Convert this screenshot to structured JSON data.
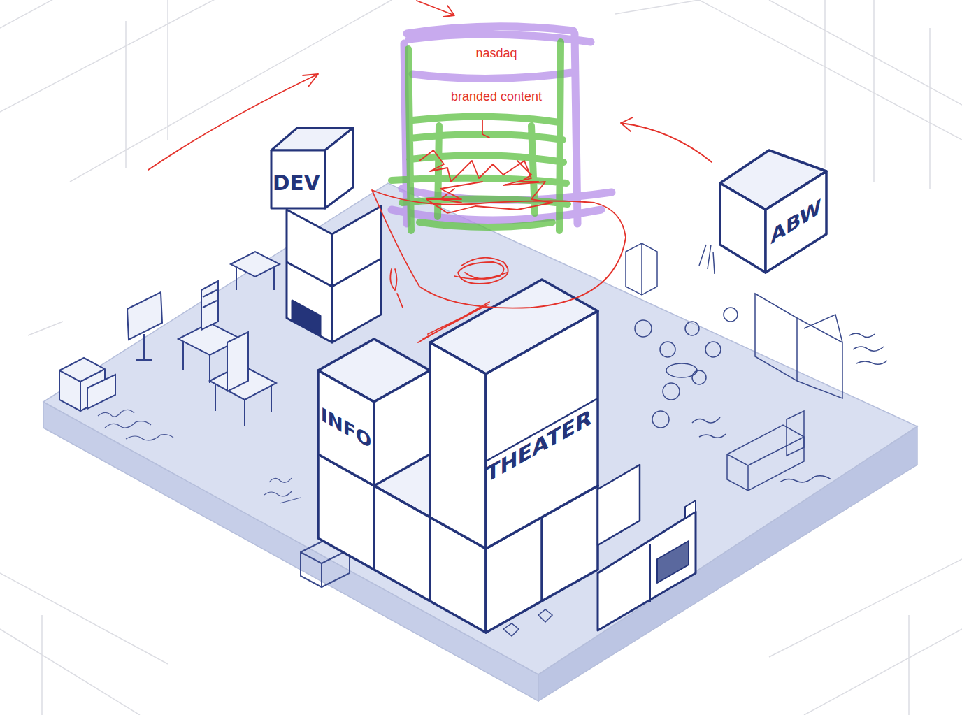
{
  "diagram": {
    "nodes": [
      {
        "text": [
          "nasdaq",
          "branded content"
        ]
      },
      {
        "text": [
          "DEV"
        ]
      },
      {
        "text": [
          "ABW"
        ]
      },
      {
        "text": [
          "INFO"
        ]
      },
      {
        "text": [
          "THEATER"
        ]
      }
    ]
  }
}
